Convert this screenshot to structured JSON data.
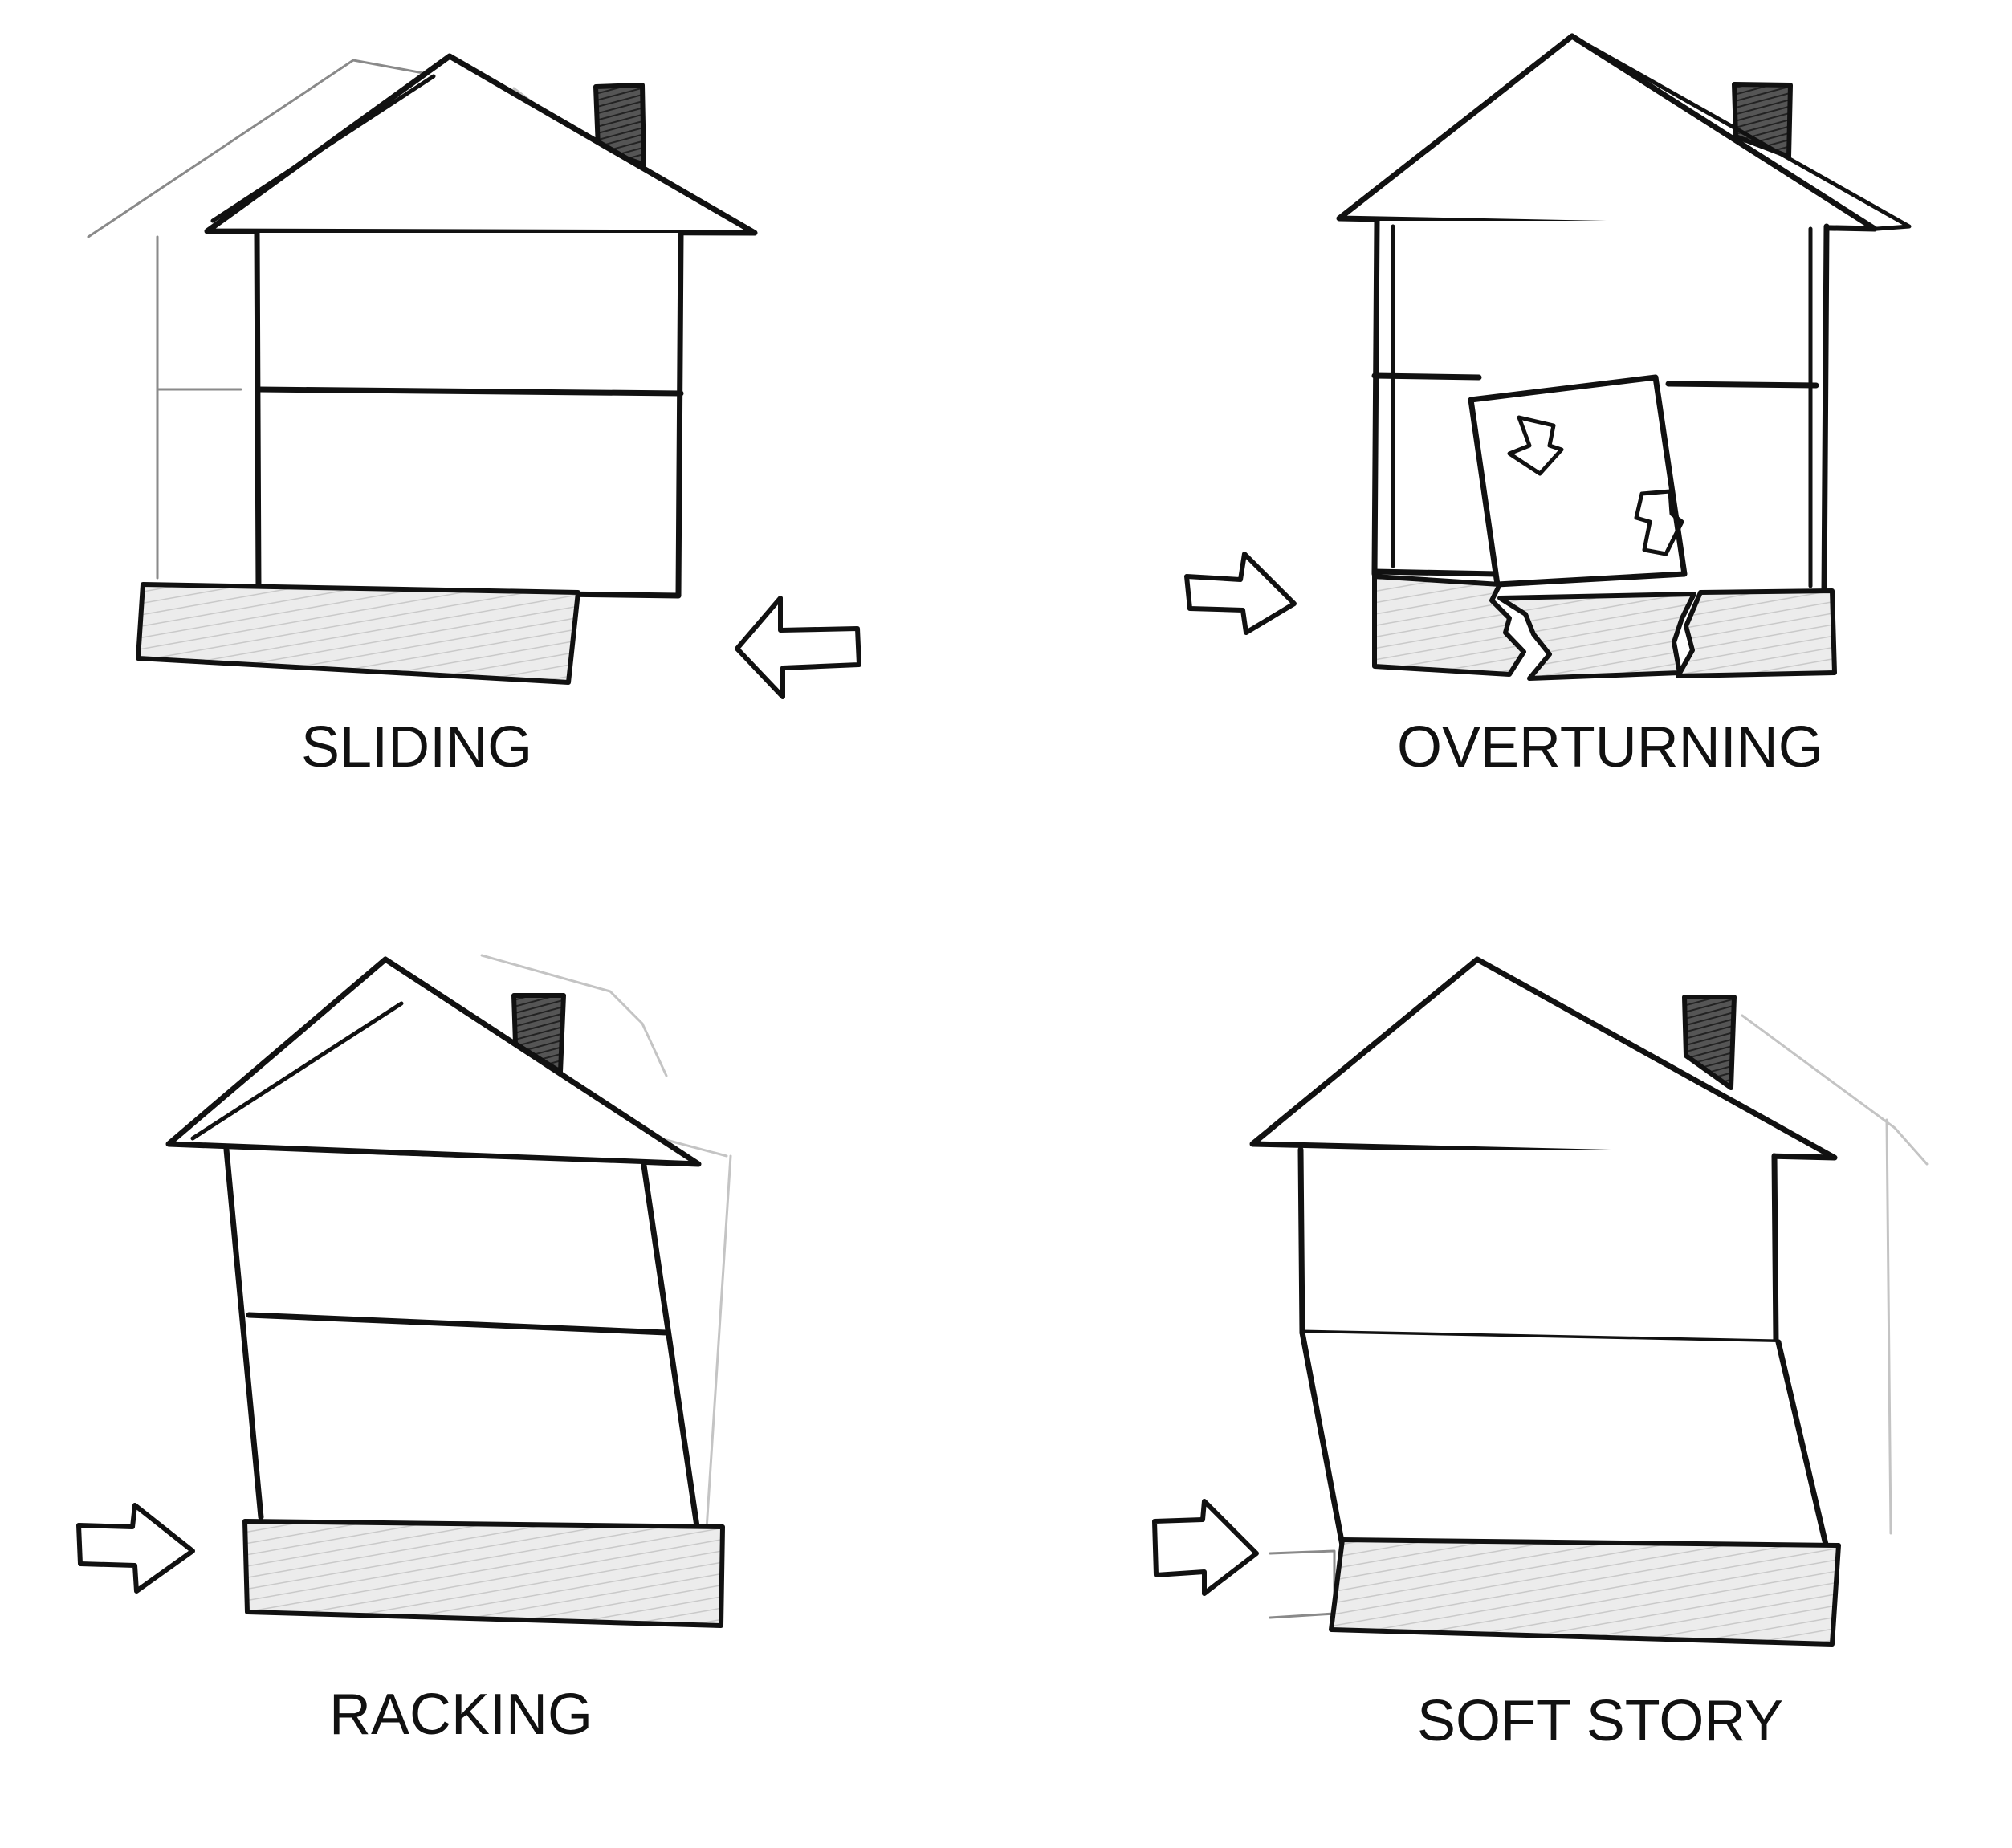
{
  "labels": {
    "sliding": "SLIDING",
    "overturning": "OVERTURNING",
    "racking": "RACKING",
    "soft_story": "SOFT STORY"
  }
}
